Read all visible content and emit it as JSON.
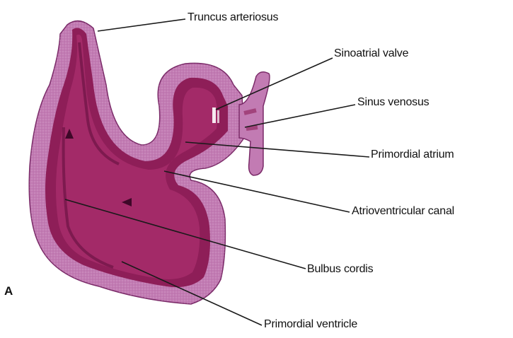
{
  "panel_letter": "A",
  "labels": {
    "truncus_arteriosus": "Truncus arteriosus",
    "sinoatrial_valve": "Sinoatrial valve",
    "sinus_venosus": "Sinus venosus",
    "primordial_atrium": "Primordial atrium",
    "atrioventricular_canal": "Atrioventricular canal",
    "bulbus_cordis": "Bulbus cordis",
    "primordial_ventricle": "Primordial ventricle"
  },
  "colors": {
    "outer_wall": "#c27bb3",
    "outer_wall_edge": "#7a2a68",
    "inner_wall": "#8e1e58",
    "lumen": "#a32a68",
    "lumen_dark": "#5e0c3a",
    "leader_line": "#1a1a1a"
  }
}
